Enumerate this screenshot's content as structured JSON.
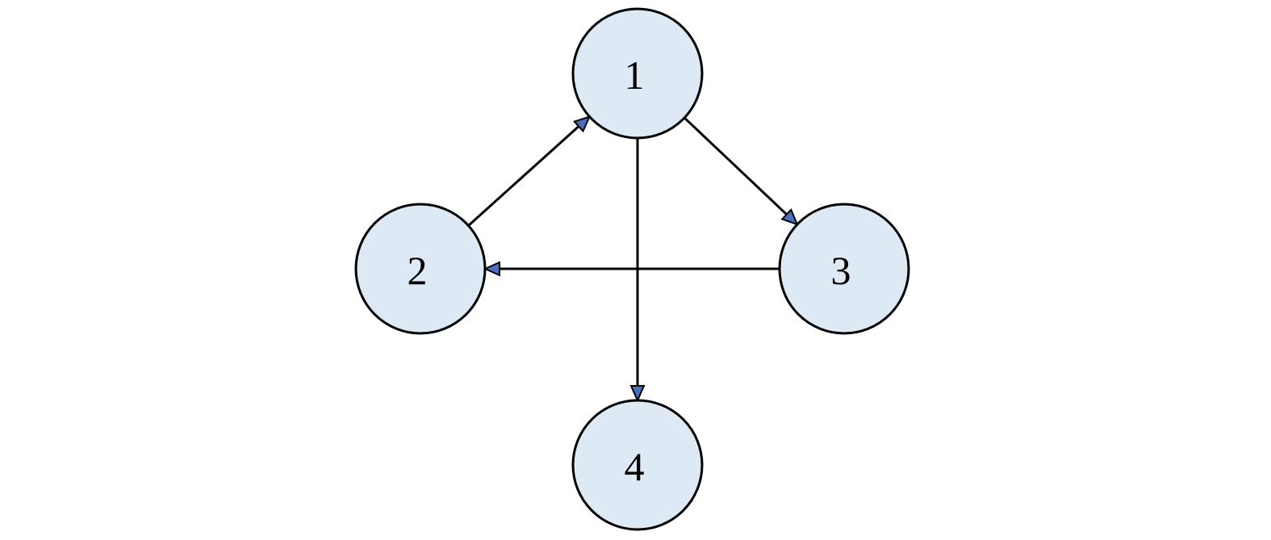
{
  "diagram": {
    "type": "directed-graph",
    "colors": {
      "node_fill": "#dde9f5",
      "node_stroke": "#000000",
      "edge_stroke": "#000000",
      "arrowhead_fill": "#4a6fc0"
    },
    "nodes": [
      {
        "id": "1",
        "label": "1"
      },
      {
        "id": "2",
        "label": "2"
      },
      {
        "id": "3",
        "label": "3"
      },
      {
        "id": "4",
        "label": "4"
      }
    ],
    "edges": [
      {
        "from": "2",
        "to": "1"
      },
      {
        "from": "1",
        "to": "3"
      },
      {
        "from": "1",
        "to": "4"
      },
      {
        "from": "3",
        "to": "2"
      }
    ]
  }
}
